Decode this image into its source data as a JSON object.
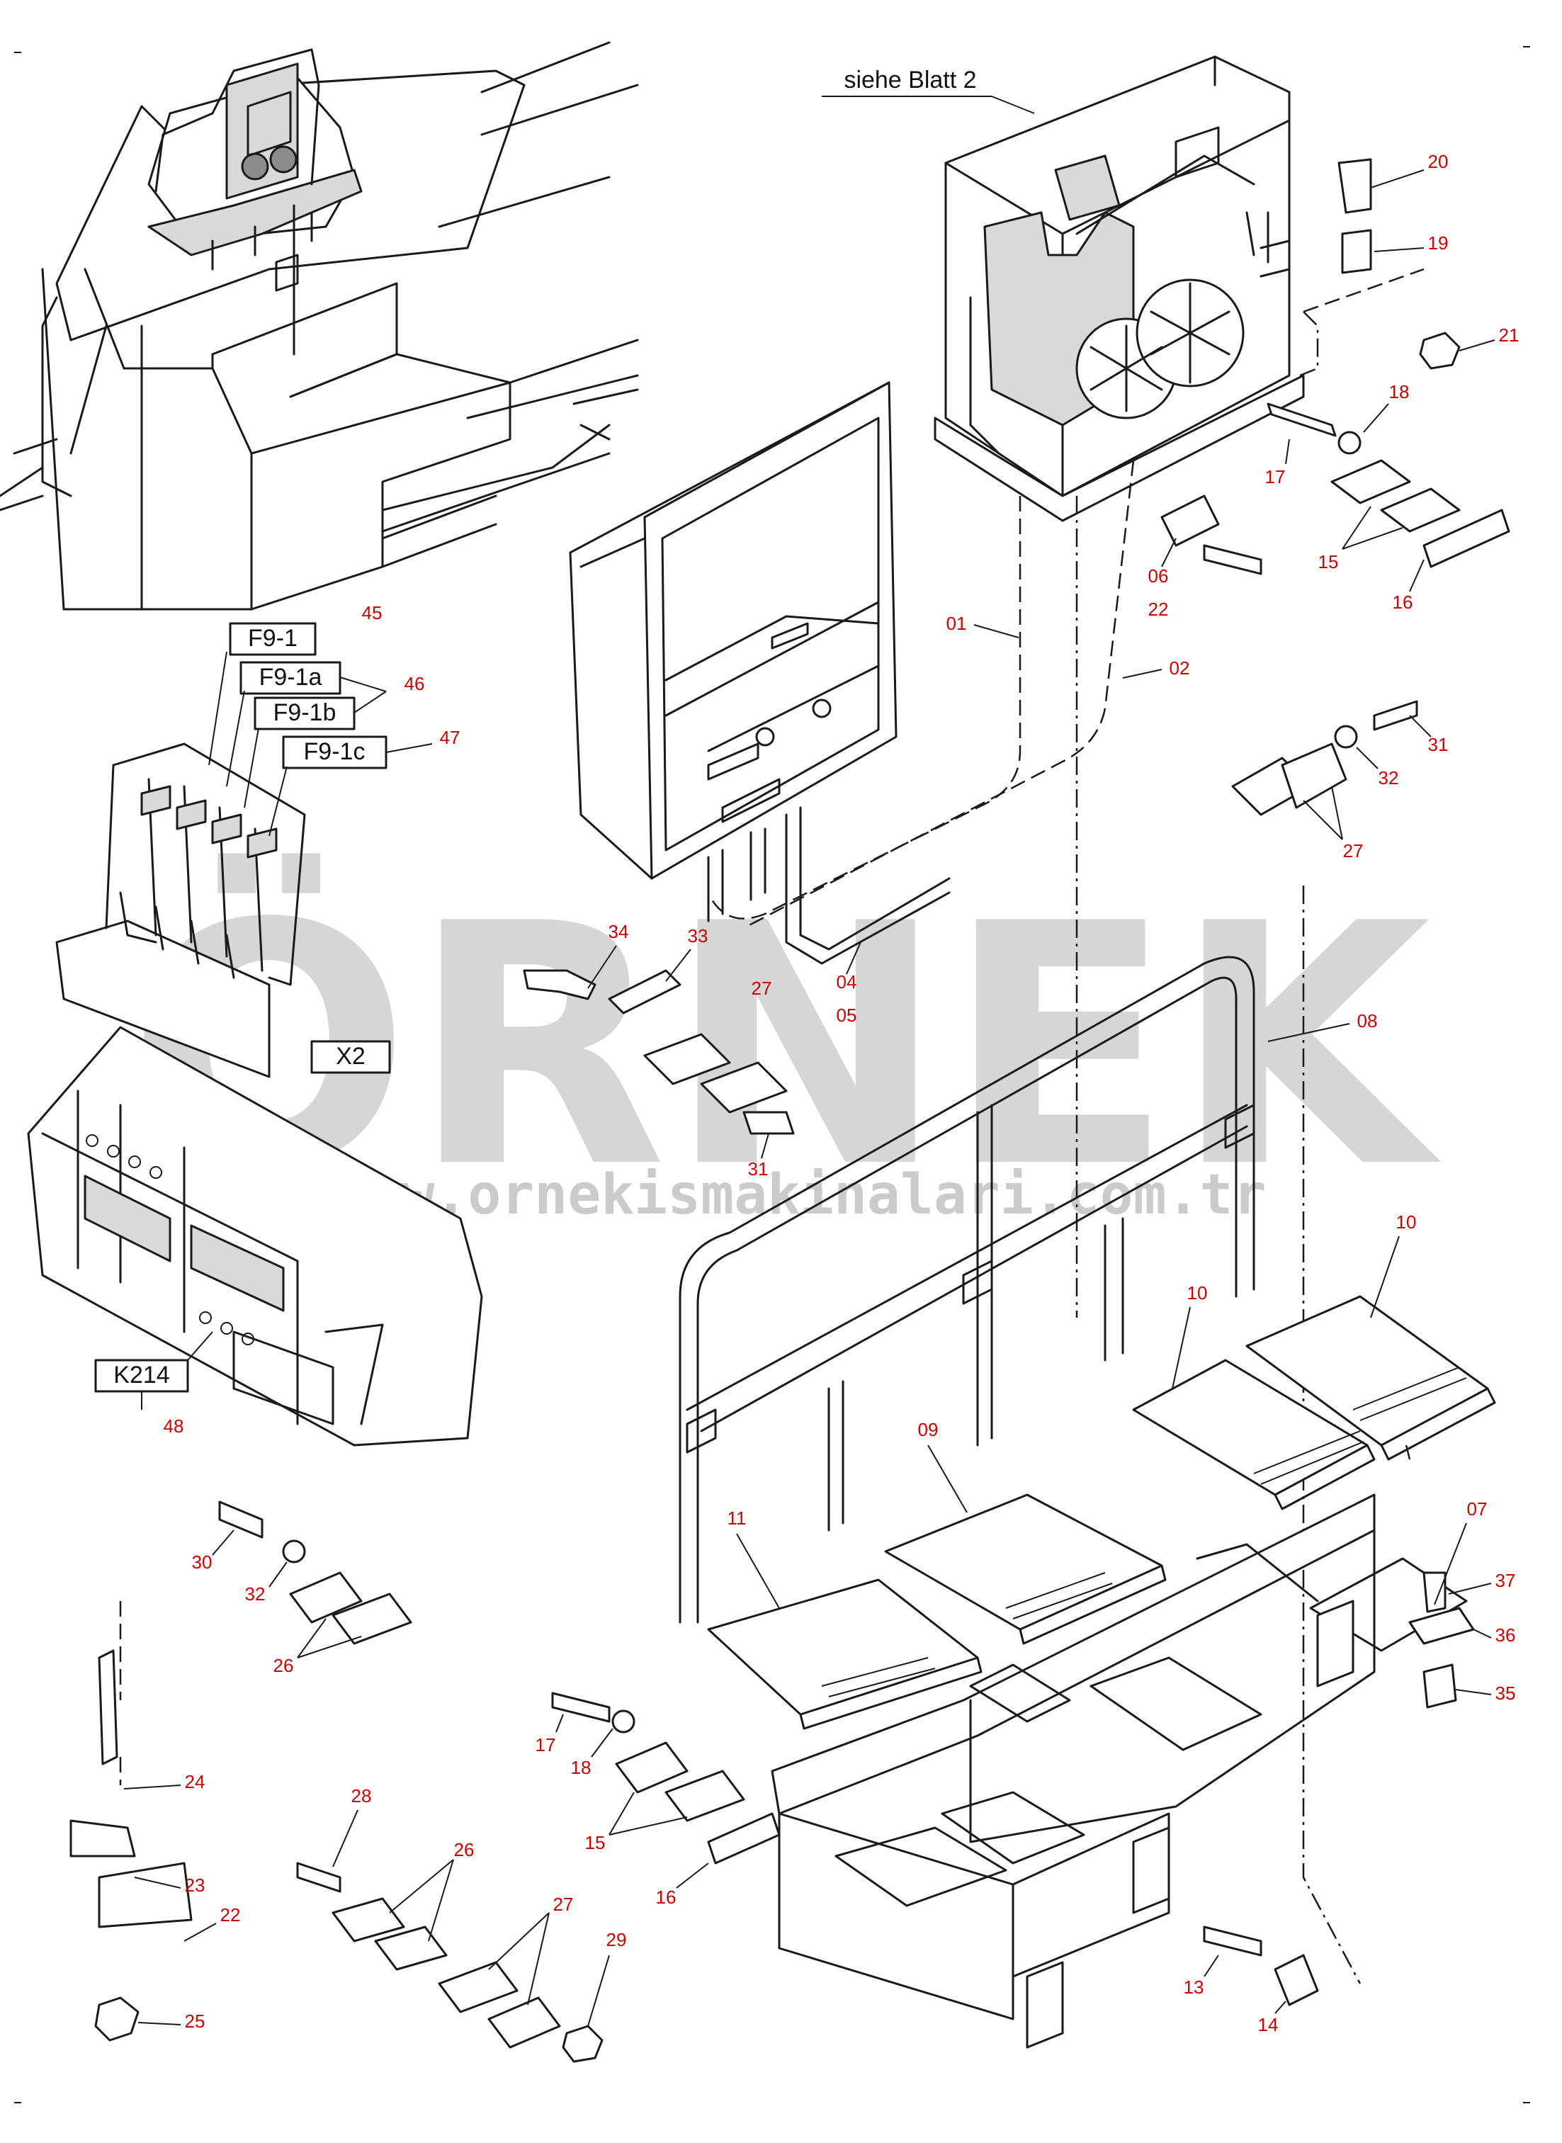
{
  "reference": {
    "text": "siehe Blatt 2"
  },
  "watermark": {
    "brand": "ÖRNEK",
    "url": "www.ornekismakinalari.com.tr"
  },
  "box_labels": {
    "f9_1": "F9-1",
    "f9_1a": "F9-1a",
    "f9_1b": "F9-1b",
    "f9_1c": "F9-1c",
    "x2": "X2",
    "k214": "K214"
  },
  "callouts": {
    "c01": "01",
    "c02": "02",
    "c04": "04",
    "c05": "05",
    "c06": "06",
    "c07": "07",
    "c08": "08",
    "c09": "09",
    "c10a": "10",
    "c10b": "10",
    "c11": "11",
    "c13": "13",
    "c14": "14",
    "c15a": "15",
    "c15b": "15",
    "c16a": "16",
    "c16b": "16",
    "c17a": "17",
    "c17b": "17",
    "c18a": "18",
    "c18b": "18",
    "c19": "19",
    "c20": "20",
    "c21": "21",
    "c22a": "22",
    "c22b": "22",
    "c23": "23",
    "c24": "24",
    "c25": "25",
    "c26a": "26",
    "c26b": "26",
    "c27a": "27",
    "c27b": "27",
    "c27c": "27",
    "c28": "28",
    "c29": "29",
    "c30": "30",
    "c31a": "31",
    "c31b": "31",
    "c32a": "32",
    "c32b": "32",
    "c33": "33",
    "c34": "34",
    "c35": "35",
    "c36": "36",
    "c37": "37",
    "c45": "45",
    "c46": "46",
    "c47": "47",
    "c48": "48"
  },
  "colors": {
    "line": "#1a1a1a",
    "callout": "#cc0000",
    "watermark": "#b4b4b4",
    "background": "#ffffff"
  }
}
